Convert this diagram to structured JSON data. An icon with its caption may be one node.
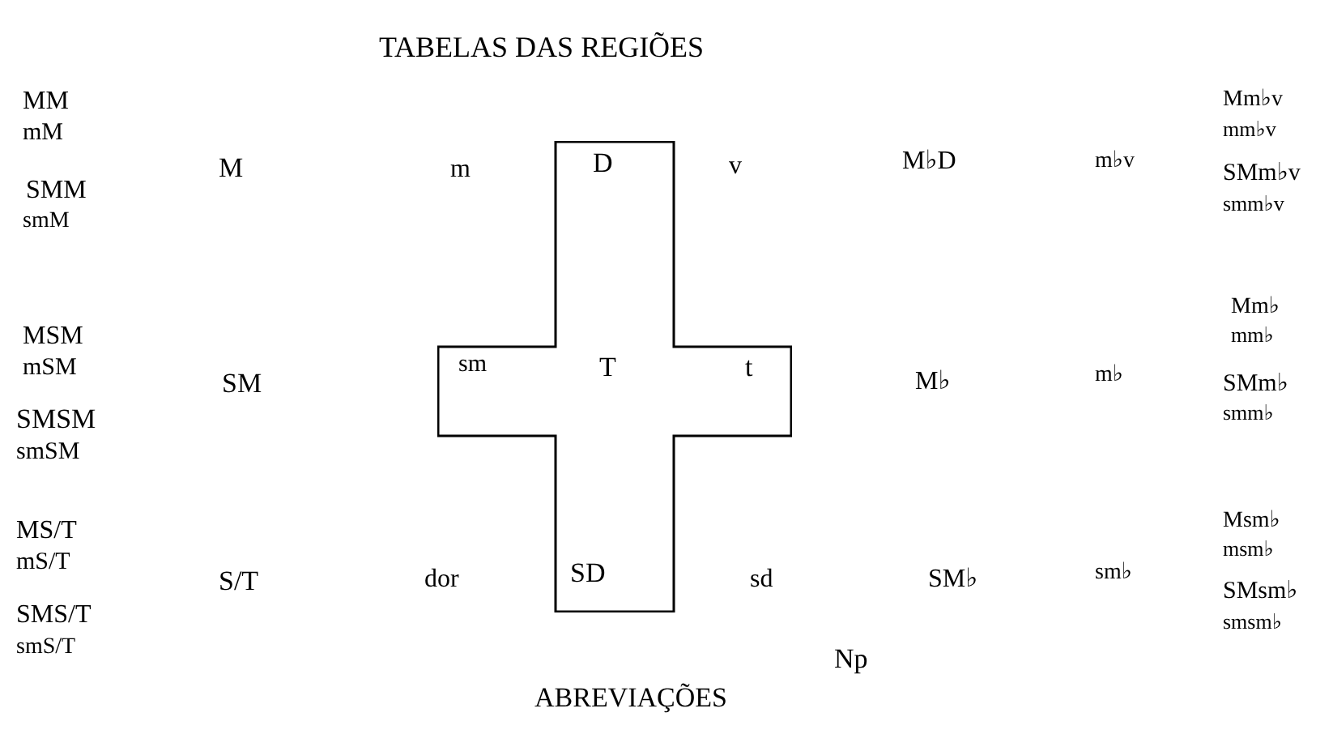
{
  "diagram": {
    "title": "TABELAS DAS REGIÕES",
    "caption": "ABREVIAÇÕES",
    "nodes": [
      {
        "text": [
          "D",
          "sm",
          "T",
          "t",
          "SD"
        ]
      }
    ],
    "labels": [
      "MM",
      "mM",
      "SMM",
      "smM",
      "M",
      "m",
      "v",
      "M♭D",
      "m♭v",
      "Mm♭v",
      "mm♭v",
      "SMm♭v",
      "smm♭v",
      "MSM",
      "mSM",
      "SMSM",
      "smSM",
      "SM",
      "M♭",
      "m♭",
      "Mm♭",
      "mm♭",
      "SMm♭",
      "smm♭",
      "MS/T",
      "mS/T",
      "SMS/T",
      "smS/T",
      "S/T",
      "dor",
      "sd",
      "SM♭",
      "sm♭",
      "Msm♭",
      "msm♭",
      "SMsm♭",
      "smsm♭",
      "Np"
    ]
  }
}
